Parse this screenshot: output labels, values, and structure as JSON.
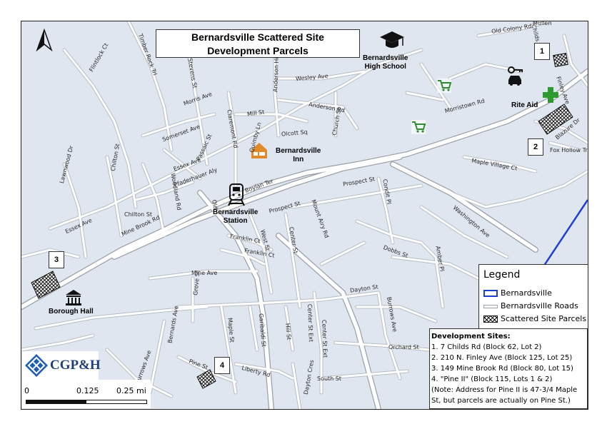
{
  "map": {
    "title_line1": "Bernardsville Scattered Site",
    "title_line2": "Development Parcels",
    "street_labels": [
      "Old Colony Rd",
      "Childs Rd",
      "Mullen",
      "Flintlock Ct",
      "Timber Rock Trl",
      "Stevens St",
      "Anderson Hill",
      "Wesley Ave",
      "Morris Ave",
      "Anderson Rd",
      "Mill St",
      "Church St",
      "Morristown Rd",
      "Finley Ave",
      "Claremont Rd",
      "Olcott Sq",
      "Quimby Ln",
      "Somerset Ave",
      "Passaic St",
      "Chilton St",
      "Lawnwood Dr",
      "Essex Ave",
      "Pfaderhauer Aly",
      "Woodland Rd",
      "Blazure Dr",
      "Fox Hollow Trl",
      "Maple Village Ct",
      "Boylan Ter",
      "Prospect St",
      "Condit Pl",
      "Mount Airy Rd",
      "Washington Ave",
      "Franklin Ct",
      "Franklin Ct",
      "West St",
      "Center St",
      "Dobbs St",
      "Amber Pl",
      "Mine Brook Rd",
      "Mine Ave",
      "Grove St",
      "Dayton St",
      "Bernards Ave",
      "Maple St",
      "Garibaldi St",
      "Hill St",
      "Center St Ext",
      "Center St Ext",
      "Burrows Ave",
      "Orchard St",
      "Burrows Ave",
      "Pine St",
      "Liberty Rd",
      "Dayton Cres",
      "South St",
      "Essex Ave",
      "Chilton St",
      "Old",
      "Prospect St"
    ],
    "poi": {
      "high_school": "Bernardsville\nHigh School",
      "rite_aid": "Rite Aid",
      "inn": "Bernardsville\nInn",
      "station": "Bernardsville\nStation",
      "borough_hall": "Borough Hall"
    },
    "parcel_numbers": [
      "1",
      "2",
      "3",
      "4"
    ]
  },
  "legend": {
    "title": "Legend",
    "items": [
      "Bernardsville",
      "Bernardsville Roads",
      "Scattered Site Parcels"
    ]
  },
  "sites": {
    "header": "Development Sites:",
    "items": [
      "1. 7 Childs Rd (Block 62, Lot 2)",
      "2. 210 N. Finley Ave (Block 125, Lot 25)",
      "3. 149 Mine Brook Rd (Block 80, Lot 15)",
      "4. \"Pine II\" (Block 115, Lots 1 & 2)",
      "(Note: Address for Pine II is 47-3/4 Maple",
      "St, but parcels are actually on Pine St.)"
    ]
  },
  "logo": {
    "text": "CGP&H"
  },
  "scale": {
    "labels": [
      "0",
      "0.125",
      "0.25 mi"
    ]
  },
  "colors": {
    "background": "#dfe6ef",
    "road_casing": "#9aa0a8",
    "road_fill": "#ffffff",
    "boundary": "#1f3fd6",
    "grocery": "#2e8b2e",
    "pharmacy": "#2e9b2e",
    "inn": "#e08a2a"
  },
  "icons": [
    "north-arrow-icon",
    "graduation-cap-icon",
    "car-key-icon",
    "pharmacy-cross-icon",
    "grocery-cart-icon",
    "lodging-icon",
    "train-icon",
    "courthouse-icon"
  ]
}
